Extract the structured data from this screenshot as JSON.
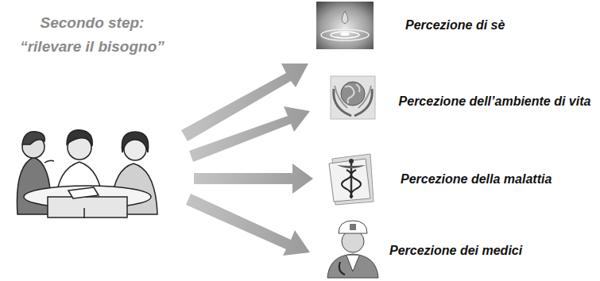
{
  "diagram": {
    "title": "Secondo step: “rilevare il bisogno”",
    "labels": [
      "Percezione di sè",
      "Percezione dell’ambiente di vita",
      "Percezione della malattia",
      "Percezione dei medici"
    ]
  }
}
